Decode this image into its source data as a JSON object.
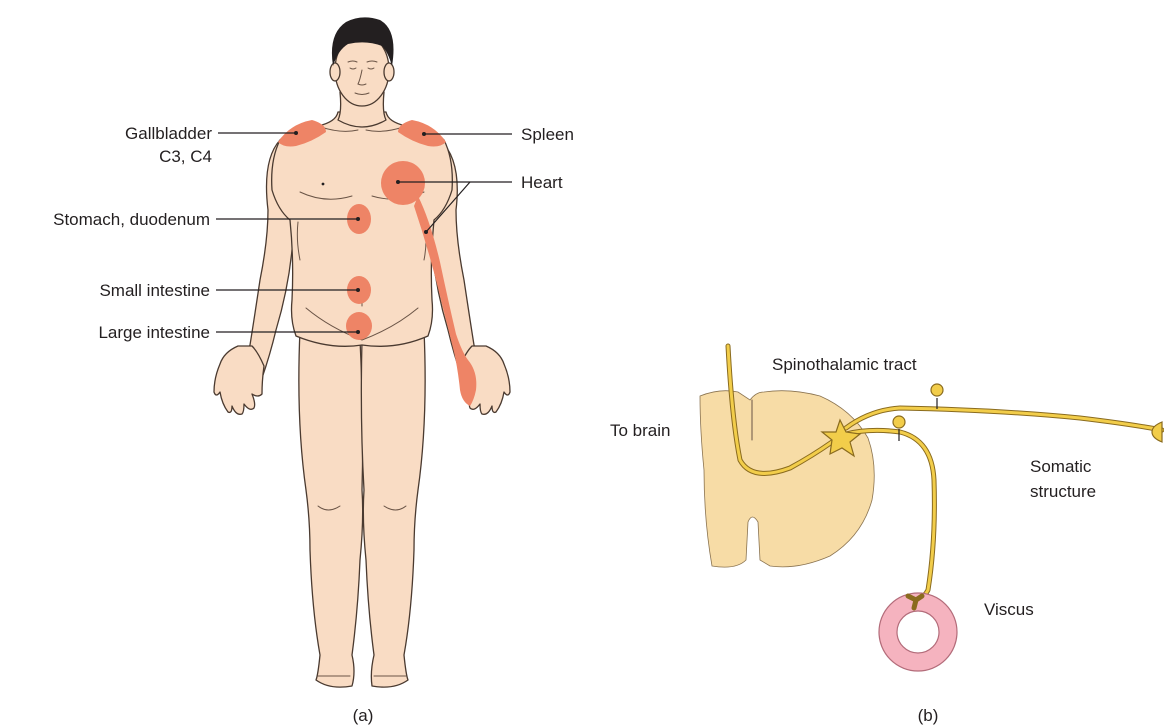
{
  "panel_a": {
    "caption": "(a)",
    "labels": {
      "gallbladder": "Gallbladder",
      "gallbladder_segments": "C3, C4",
      "spleen": "Spleen",
      "heart": "Heart",
      "stomach": "Stomach, duodenum",
      "small_intestine": "Small intestine",
      "large_intestine": "Large intestine"
    },
    "colors": {
      "skin": "#f9dcc4",
      "referred_pain": "#ee8466"
    }
  },
  "panel_b": {
    "caption": "(b)",
    "labels": {
      "tract": "Spinothalamic tract",
      "to_brain": "To brain",
      "somatic_line1": "Somatic",
      "somatic_line2": "structure",
      "viscus": "Viscus"
    },
    "colors": {
      "spinal_cord": "#f7dca6",
      "nerve": "#f2cd4a",
      "viscus": "#f5b3bf"
    }
  }
}
